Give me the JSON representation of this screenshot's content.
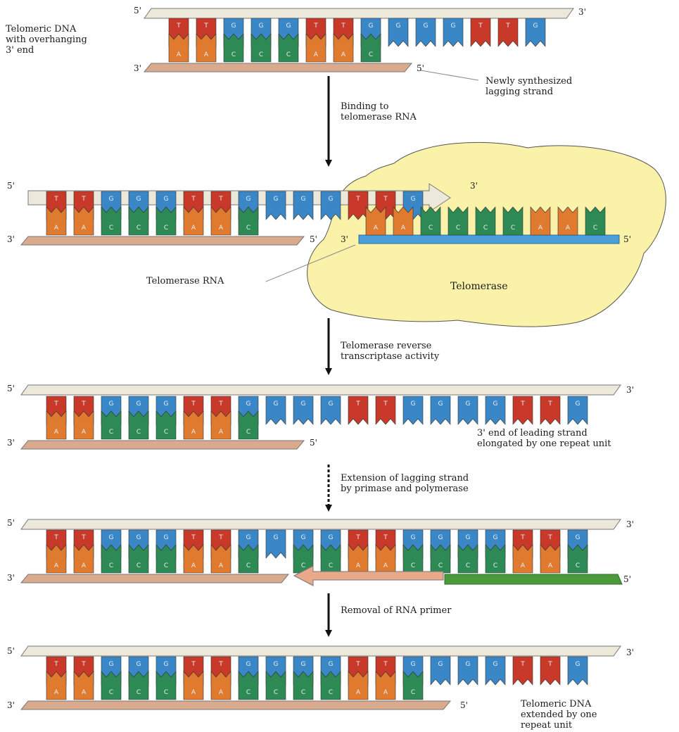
{
  "colors": {
    "T": "#c8392a",
    "G": "#3a87c8",
    "A": "#e07a2e",
    "C": "#2e8a55",
    "top_strand": "#ece8da",
    "bottom_strand": "#d9aa8e",
    "rna": "#4a9fd8",
    "primer": "#4a9a3a",
    "telomerase": "#fbf2a9"
  },
  "panels": [
    {
      "top_seq": [
        "T",
        "T",
        "G",
        "G",
        "G",
        "T",
        "T",
        "G",
        "G",
        "G",
        "G",
        "T",
        "T",
        "G"
      ],
      "bottom_seq": [
        "A",
        "A",
        "C",
        "C",
        "C",
        "A",
        "A",
        "C"
      ],
      "top5": "5'",
      "top3": "3'",
      "bot3": "3'",
      "bot5": "5'",
      "labels": [
        "Telomeric DNA\nwith overhanging\n3' end",
        "Newly synthesized\nlagging strand"
      ]
    },
    {
      "top_seq": [
        "T",
        "T",
        "G",
        "G",
        "G",
        "T",
        "T",
        "G",
        "G",
        "G",
        "G",
        "T",
        "T",
        "G"
      ],
      "bottom_seq": [
        "A",
        "A",
        "C",
        "C",
        "C",
        "A",
        "A",
        "C"
      ],
      "rna_seq": [
        "A",
        "A",
        "C",
        "C",
        "C",
        "C",
        "A",
        "A",
        "C"
      ],
      "top5": "5'",
      "top3": "3'",
      "bot3": "3'",
      "bot5": "5'",
      "rna3": "3'",
      "rna5": "5'",
      "labels": [
        "Telomerase RNA",
        "Telomerase"
      ]
    },
    {
      "top_seq": [
        "T",
        "T",
        "G",
        "G",
        "G",
        "T",
        "T",
        "G",
        "G",
        "G",
        "G",
        "T",
        "T",
        "G",
        "G",
        "G",
        "G",
        "T",
        "T",
        "G"
      ],
      "bottom_seq": [
        "A",
        "A",
        "C",
        "C",
        "C",
        "A",
        "A",
        "C"
      ],
      "top5": "5'",
      "top3": "3'",
      "bot3": "3'",
      "bot5": "5'",
      "labels": [
        "3' end of leading strand\nelongated by one repeat unit"
      ]
    },
    {
      "top_seq": [
        "T",
        "T",
        "G",
        "G",
        "G",
        "T",
        "T",
        "G",
        "G",
        "G",
        "G",
        "T",
        "T",
        "G",
        "G",
        "G",
        "G",
        "T",
        "T",
        "G"
      ],
      "bottom_seq": [
        "A",
        "A",
        "C",
        "C",
        "C",
        "A",
        "A",
        "C",
        "",
        "C",
        "C",
        "A",
        "A",
        "C",
        "C",
        "C",
        "C",
        "A",
        "A",
        "C"
      ],
      "top5": "5'",
      "top3": "3'",
      "bot3": "3'",
      "bot5": "5'"
    },
    {
      "top_seq": [
        "T",
        "T",
        "G",
        "G",
        "G",
        "T",
        "T",
        "G",
        "G",
        "G",
        "G",
        "T",
        "T",
        "G",
        "G",
        "G",
        "G",
        "T",
        "T",
        "G"
      ],
      "bottom_seq": [
        "A",
        "A",
        "C",
        "C",
        "C",
        "A",
        "A",
        "C",
        "C",
        "C",
        "C",
        "A",
        "A",
        "C"
      ],
      "top5": "5'",
      "top3": "3'",
      "bot3": "3'",
      "bot5": "5'",
      "labels": [
        "Telomeric DNA\nextended by one\nrepeat unit"
      ]
    }
  ],
  "steps": [
    "Binding to\ntelomerase RNA",
    "Telomerase reverse\ntranscriptase activity",
    "Extension of lagging strand\nby primase and polymerase",
    "Removal of RNA primer"
  ]
}
